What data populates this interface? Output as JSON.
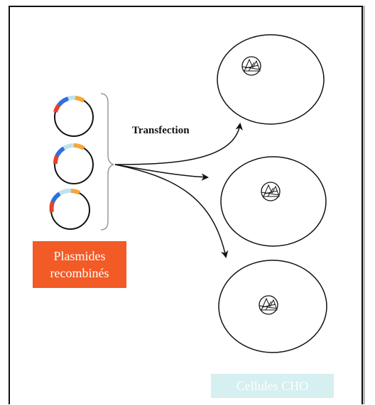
{
  "diagram": {
    "arrow_label": "Transfection",
    "plasmids_label_line1": "Plasmides",
    "plasmids_label_line2": "recombinés",
    "cells_label": "Cellules CHO",
    "plasmid_count": 3,
    "cell_count": 3
  },
  "colors": {
    "plasmid_label_bg": "#f25a26",
    "cells_label_bg": "#d6eff0",
    "plasmid_segment_blue": "#2f6fe0",
    "plasmid_segment_red": "#e8402a",
    "plasmid_segment_orange": "#f4a73b",
    "plasmid_segment_lightblue": "#bfe3ec"
  }
}
